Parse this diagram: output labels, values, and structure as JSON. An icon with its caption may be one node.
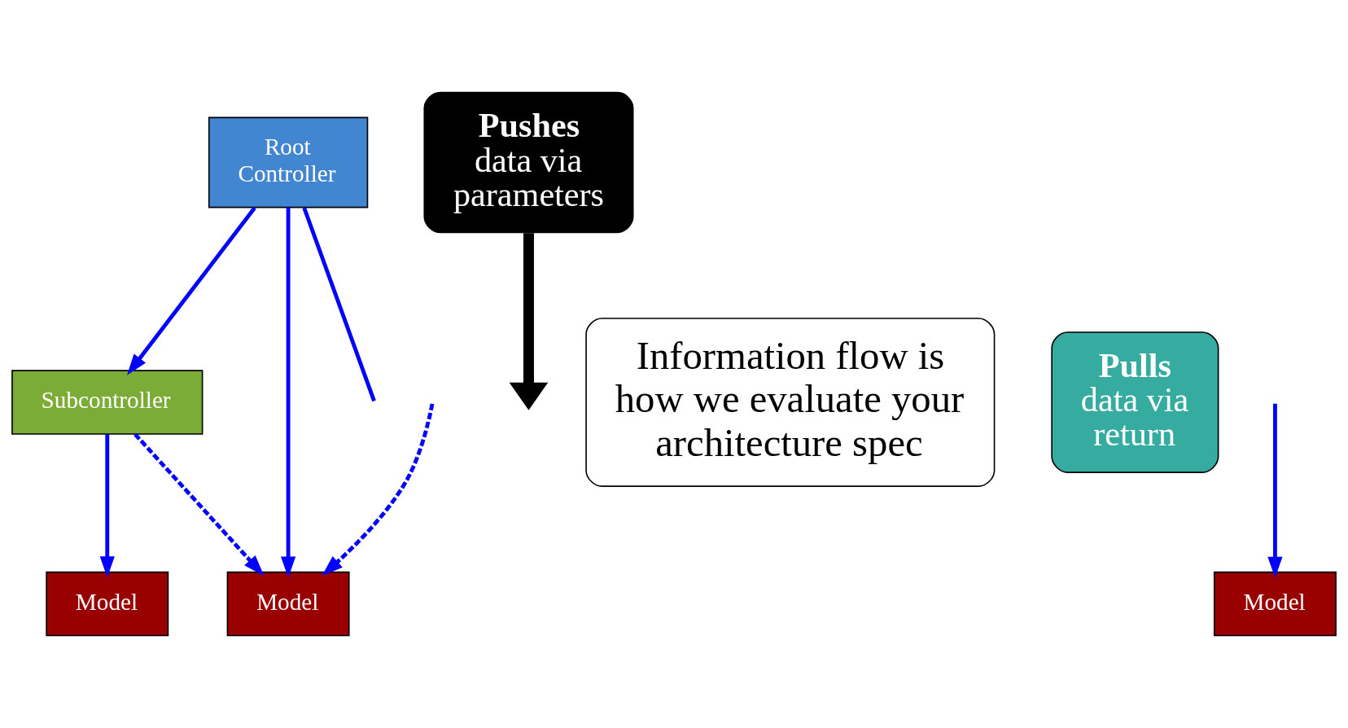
{
  "diagram": {
    "nodes": [
      {
        "text": [
          "Root Controller"
        ]
      },
      {
        "text": [
          "**Pushes** data via parameters"
        ]
      },
      {
        "text": [
          "Subcontroller"
        ]
      },
      {
        "text": [
          "Information flow is how we evaluate your architecture spec"
        ]
      },
      {
        "text": [
          "**Pulls** data via return"
        ]
      },
      {
        "text": [
          "Model"
        ]
      },
      {
        "text": [
          "Model"
        ]
      },
      {
        "text": [
          "Model"
        ]
      }
    ],
    "edges": [
      {
        "from": 0,
        "to": 2,
        "arrow": "to"
      },
      {
        "from": 0,
        "to": 6,
        "arrow": "to"
      },
      {
        "from": 0,
        "to": null,
        "arrow": "none"
      },
      {
        "from": 2,
        "to": 5,
        "arrow": "to"
      },
      {
        "from": 2,
        "to": 6,
        "arrow": "to",
        "style": "dashed"
      },
      {
        "from": null,
        "to": 6,
        "arrow": "to",
        "style": "dashed"
      },
      {
        "from": null,
        "to": 7,
        "arrow": "to"
      },
      {
        "from": 1,
        "to": null,
        "arrow": "to",
        "style": "thick",
        "color": "#000000"
      }
    ]
  }
}
